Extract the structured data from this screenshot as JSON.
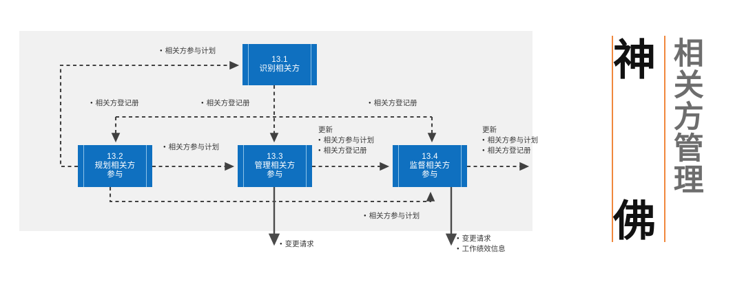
{
  "diagram": {
    "title_note": "相关方管理 data flow diagram",
    "boxes": [
      {
        "id": "13.1",
        "number": "13.1",
        "name_line1": "识别相关方",
        "name_line2": ""
      },
      {
        "id": "13.2",
        "number": "13.2",
        "name_line1": "规划相关方",
        "name_line2": "参与"
      },
      {
        "id": "13.3",
        "number": "13.3",
        "name_line1": "管理相关方",
        "name_line2": "参与"
      },
      {
        "id": "13.4",
        "number": "13.4",
        "name_line1": "监督相关方",
        "name_line2": "参与"
      }
    ],
    "labels": {
      "top_plan": "相关方参与计划",
      "reg_left": "相关方登记册",
      "reg_mid": "相关方登记册",
      "reg_right": "相关方登记册",
      "plan_between_132_133": "相关方参与计划",
      "update_mid_title": "更新",
      "update_mid_item1": "相关方参与计划",
      "update_mid_item2": "相关方登记册",
      "update_right_title": "更新",
      "update_right_item1": "相关方参与计划",
      "update_right_item2": "相关方登记册",
      "bottom_plan": "相关方参与计划",
      "change_request_133": "变更请求",
      "change_request_134": "变更请求",
      "work_perf_info_134": "工作绩效信息"
    },
    "colors": {
      "box_fill": "#0f70c0",
      "box_rail": "#8ec3e8",
      "band": "#f1f1f1",
      "wire": "#404040",
      "text": "#262626"
    }
  },
  "poster": {
    "brand_char1": "神",
    "brand_char2": "佛",
    "vertical_title": "相关方管理",
    "accent_color": "#f0873c",
    "brand_color": "#111111",
    "title_color": "#6d6d6d"
  }
}
